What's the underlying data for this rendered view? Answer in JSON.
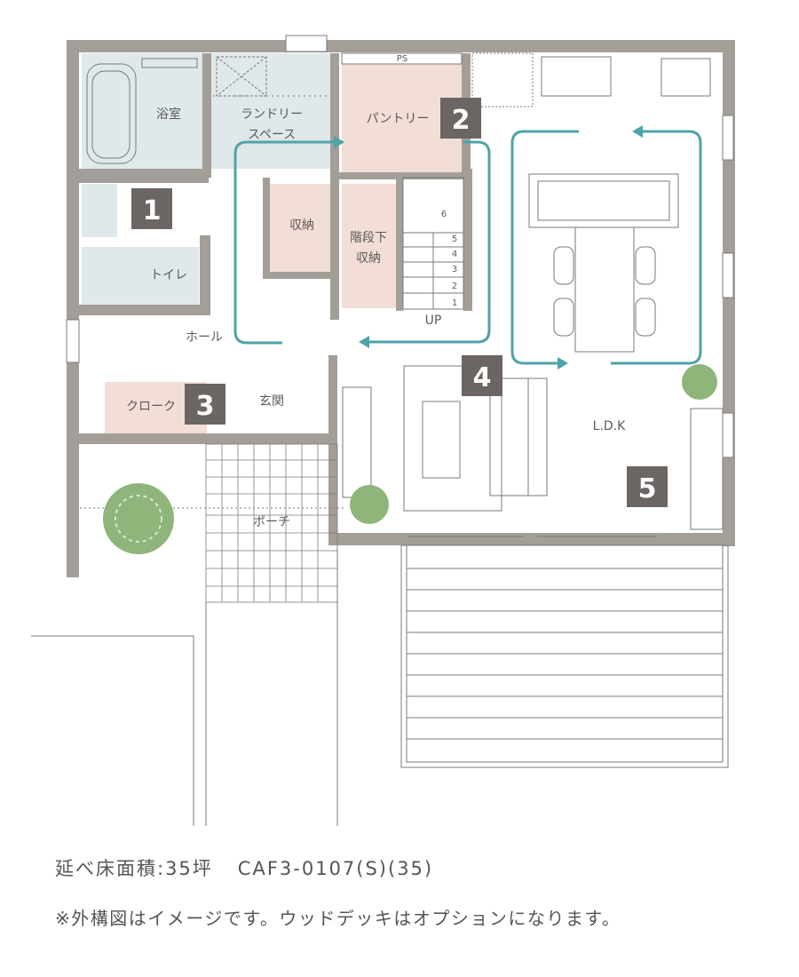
{
  "rooms": {
    "bath": "浴室",
    "laundry_line1": "ランドリー",
    "laundry_line2": "スペース",
    "ps": "PS",
    "pantry": "パントリー",
    "storage": "収納",
    "under_stairs_line1": "階段下",
    "under_stairs_line2": "収納",
    "toilet": "トイレ",
    "hall": "ホール",
    "cloak": "クローク",
    "entrance": "玄関",
    "porch": "ポーチ",
    "ldk": "L.D.K",
    "up": "UP"
  },
  "stair_steps": [
    "1",
    "2",
    "3",
    "4",
    "5",
    "6"
  ],
  "badges": [
    "1",
    "2",
    "3",
    "4",
    "5"
  ],
  "caption": {
    "area_label": "延べ床面積:35坪",
    "plan_code": "CAF3-0107(S)(35)",
    "note": "※外構図はイメージです。ウッドデッキはオプションになります。"
  },
  "colors": {
    "wall": "#a39e98",
    "wet_area": "#dfe8ea",
    "storage": "#f2ded6",
    "badge": "#6b6663",
    "flow_arrow": "#4fa3aa",
    "plant": "#8fb57a",
    "line": "#7a7a7a"
  }
}
